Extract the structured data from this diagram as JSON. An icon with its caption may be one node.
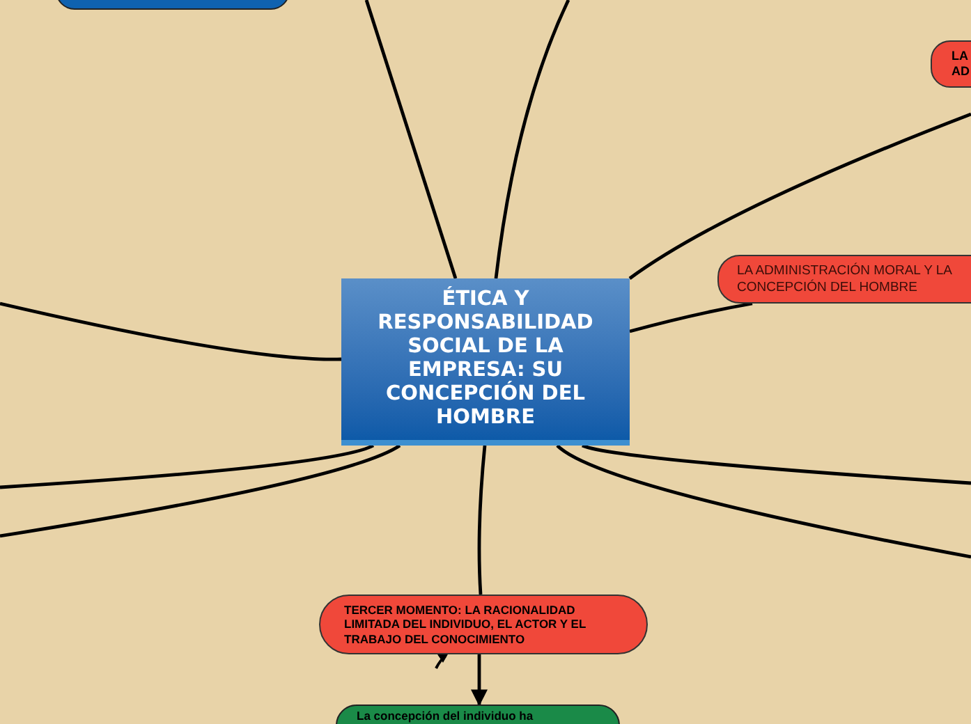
{
  "diagram": {
    "nodes": [
      {
        "text": [
          "ÉTICA Y RESPONSABILIDAD SOCIAL DE LA EMPRESA: SU CONCEPCIÓN DEL HOMBRE"
        ]
      },
      {
        "text": [],
        "shape": "box"
      },
      {
        "text": [
          "LA AD"
        ]
      },
      {
        "text": [
          "LA ADMINISTRACIÓN MORAL Y LA CONCEPCIÓN DEL HOMBRE"
        ]
      },
      {
        "text": [
          "TERCER MOMENTO: LA RACIONALIDAD LIMITADA DEL INDIVIDUO, EL ACTOR Y EL TRABAJO DEL CONOCIMIENTO"
        ]
      },
      {
        "text": [
          "La concepción del individuo ha"
        ]
      }
    ],
    "edges": [
      {
        "from": 0,
        "to": null,
        "arrow": "none"
      },
      {
        "from": 0,
        "to": null,
        "arrow": "none"
      },
      {
        "from": 0,
        "to": null,
        "arrow": "none"
      },
      {
        "from": 0,
        "to": 3,
        "arrow": "none"
      },
      {
        "from": 0,
        "to": null,
        "arrow": "none"
      },
      {
        "from": 0,
        "to": null,
        "arrow": "none"
      },
      {
        "from": 0,
        "to": null,
        "arrow": "none"
      },
      {
        "from": 0,
        "to": null,
        "arrow": "none"
      },
      {
        "from": 0,
        "to": null,
        "arrow": "none"
      },
      {
        "from": 0,
        "to": 4,
        "arrow": "none"
      },
      {
        "from": 4,
        "to": 5,
        "arrow": "to"
      }
    ]
  }
}
